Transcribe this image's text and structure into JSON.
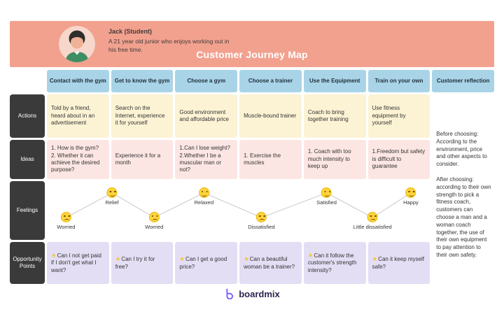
{
  "banner": {
    "persona_name": "Jack (Student)",
    "persona_desc": "A 21 year old junior who enjoys working out in his free time.",
    "title": "Customer Journey Map"
  },
  "columns": [
    "Contact with the gym",
    "Get to know the gym",
    "Choose a gym",
    "Choose a trainer",
    "Use the Equipment",
    "Train on your own",
    "Customer reflection"
  ],
  "rows": {
    "actions": {
      "label": "Actions",
      "cells": [
        "Told by a friend, heard about in an advertisement",
        "Search on the Internet, experience it for yourself",
        "Good environment and affordable price",
        "Muscle-bound trainer",
        "Coach to bring together training",
        "Use fitness equipment by yourself"
      ]
    },
    "ideas": {
      "label": "Ideas",
      "cells": [
        "1. How is the gym?\n2. Whether it can achieve the desired purpose?",
        "Experience it for a month",
        "1.Can I lose weight?\n2.Whether I be a muscular man or not?",
        "1. Exercise the muscles",
        "1. Coach with too much intensity to keep up",
        "1.Freedom but safety is difficult to guarantee"
      ]
    },
    "feelings": {
      "label": "Feelings",
      "points": [
        {
          "label": "Worried",
          "mood": "sad",
          "x": 5,
          "level": "low"
        },
        {
          "label": "Relief",
          "mood": "happy",
          "x": 17,
          "level": "high"
        },
        {
          "label": "Worried",
          "mood": "sad",
          "x": 28,
          "level": "low"
        },
        {
          "label": "Relaxed",
          "mood": "happy",
          "x": 41,
          "level": "high"
        },
        {
          "label": "Dissatisfied",
          "mood": "sad",
          "x": 56,
          "level": "low"
        },
        {
          "label": "Satisfied",
          "mood": "happy",
          "x": 73,
          "level": "high"
        },
        {
          "label": "Little dissatisfied",
          "mood": "sad",
          "x": 85,
          "level": "low"
        },
        {
          "label": "Happy",
          "mood": "happy",
          "x": 95,
          "level": "high"
        }
      ]
    },
    "opportunity": {
      "label": "Opportunity Points",
      "star": "★",
      "cells": [
        "Can I not get paid if I don't get what I want?",
        "Can I try it for free?",
        "Can I get a good price?",
        "Can a beautiful woman be a trainer?",
        "Can it follow the customer's strength intensity?",
        "Can it keep myself safe?"
      ]
    }
  },
  "reflection": {
    "before": "Before choosing: According to the environment, price and other aspects to consider.",
    "after": "After choosing: according to their own strength to pick a fitness coach, customers can choose a man and a woman coach together, the use of their own equipment to pay attention to their own safety."
  },
  "footer": {
    "logo_text": "boardmix"
  },
  "colors": {
    "banner": "#F2A18F",
    "column_header": "#A9D4E8",
    "actions_cell": "#FCF3D4",
    "ideas_cell": "#FCE6E3",
    "opportunity_cell": "#E3DEF4",
    "row_label": "#3A3A3A",
    "star": "#F5C431",
    "smiley": "#FFD43B",
    "logo": "#7B61FF"
  }
}
